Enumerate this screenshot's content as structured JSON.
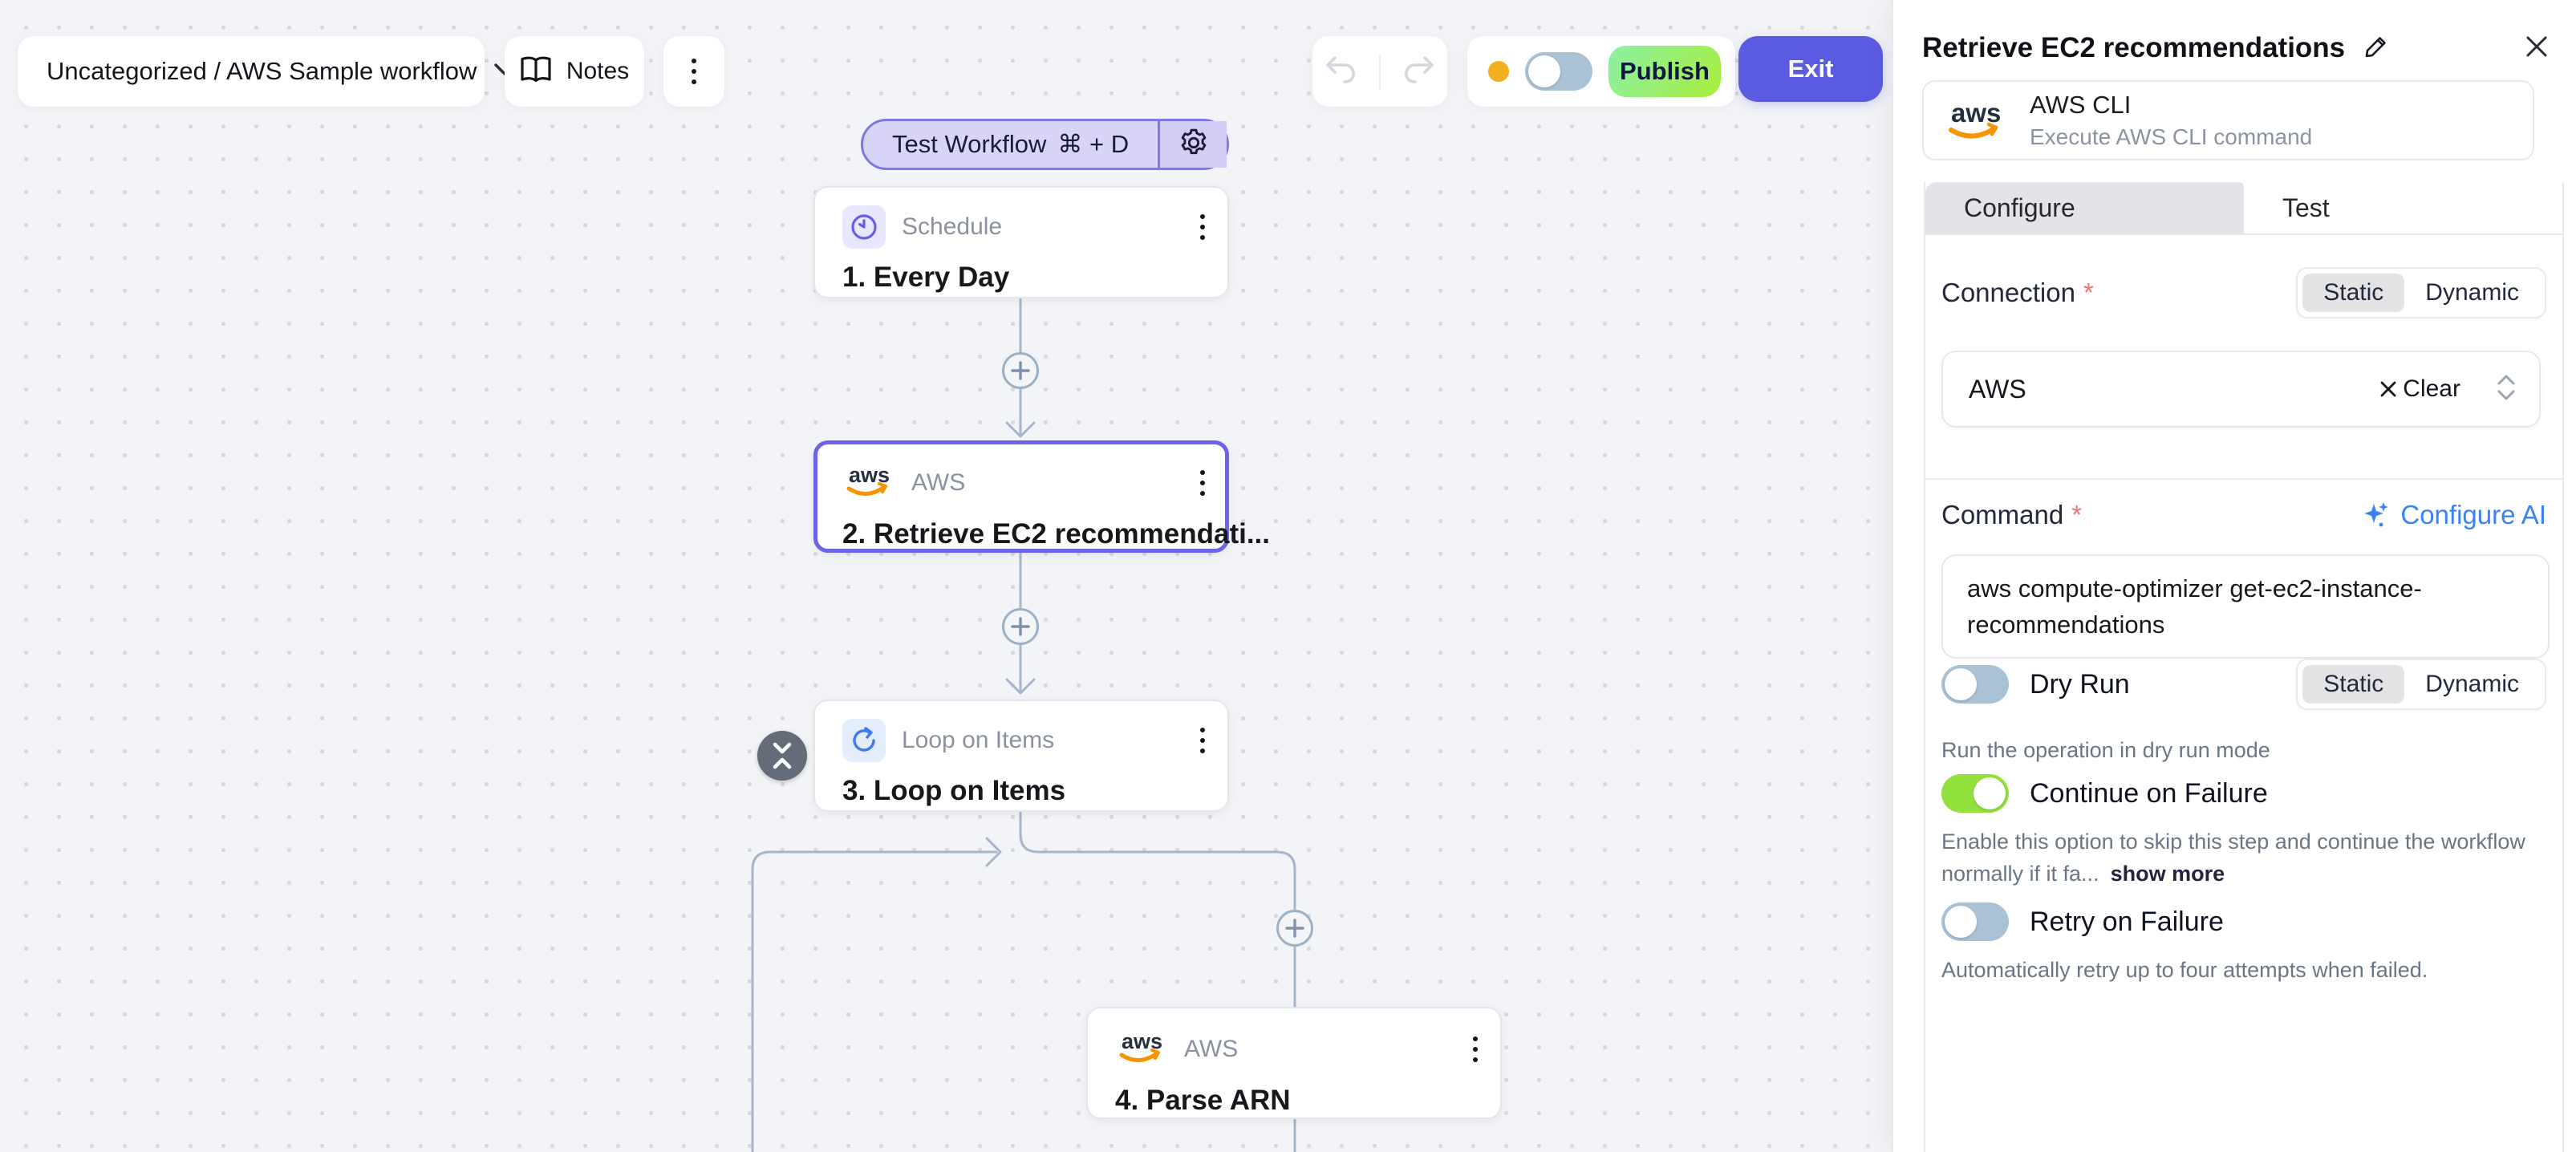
{
  "header": {
    "workflow_breadcrumb": "Uncategorized / AWS Sample workflow",
    "notes_label": "Notes",
    "publish_label": "Publish",
    "exit_label": "Exit"
  },
  "canvas": {
    "test_button": {
      "label": "Test Workflow",
      "shortcut": "⌘ + D"
    },
    "nodes": [
      {
        "subtitle": "Schedule",
        "title": "1. Every Day",
        "icon": "clock-icon"
      },
      {
        "subtitle": "AWS",
        "title": "2. Retrieve EC2 recommendati...",
        "icon": "aws-logo",
        "selected": true
      },
      {
        "subtitle": "Loop on Items",
        "title": "3. Loop on Items",
        "icon": "loop-icon"
      },
      {
        "subtitle": "AWS",
        "title": "4. Parse ARN",
        "icon": "aws-logo"
      }
    ]
  },
  "panel": {
    "title": "Retrieve EC2 recommendations",
    "app": {
      "name": "AWS CLI",
      "description": "Execute AWS CLI command"
    },
    "tabs": {
      "configure": "Configure",
      "test": "Test",
      "active": "Configure"
    },
    "connection": {
      "label": "Connection",
      "required": true,
      "mode_static": "Static",
      "mode_dynamic": "Dynamic",
      "mode_selected": "Static",
      "value": "AWS",
      "clear_label": "Clear"
    },
    "command": {
      "label": "Command",
      "required": true,
      "configure_ai_label": "Configure AI",
      "value": "aws compute-optimizer get-ec2-instance-recommendations"
    },
    "dry_run": {
      "label": "Dry Run",
      "enabled": false,
      "mode_static": "Static",
      "mode_dynamic": "Dynamic",
      "mode_selected": "Static",
      "help": "Run the operation in dry run mode"
    },
    "continue_on_failure": {
      "label": "Continue on Failure",
      "enabled": true,
      "help": "Enable this option to skip this step and continue the workflow normally if it fa...",
      "show_more_label": "show more"
    },
    "retry_on_failure": {
      "label": "Retry on Failure",
      "enabled": false,
      "help": "Automatically retry up to four attempts when failed."
    }
  },
  "icons": {
    "chevron-down-icon": "breadcrumb expander",
    "book-icon": "notes",
    "kebab-icon": "more options",
    "undo-icon": "undo (disabled)",
    "redo-icon": "redo (disabled)",
    "gear-icon": "test workflow settings",
    "clock-icon": "schedule trigger",
    "aws-logo": "AWS piece",
    "loop-icon": "loop on items",
    "collapse-icon": "collapse loop",
    "plus-icon": "add step",
    "pencil-icon": "rename step",
    "close-icon": "close panel",
    "clear-x-icon": "clear connection",
    "select-chevrons-icon": "open connection dropdown",
    "sparkle-icon": "AI"
  },
  "colors": {
    "accent_purple": "#6e62e8",
    "exit_indigo": "#5a5be0",
    "publish_green_start": "#8cf0a4",
    "publish_green_end": "#a8ef3d",
    "toggle_on_green": "#93e13c",
    "toggle_off_blue": "#a9c2d6",
    "unsaved_dot_amber": "#f2b01e",
    "link_blue": "#3b82f6",
    "aws_orange": "#f79400",
    "connector_slate": "#a6b6ca",
    "canvas_bg": "#f3f4f7"
  }
}
